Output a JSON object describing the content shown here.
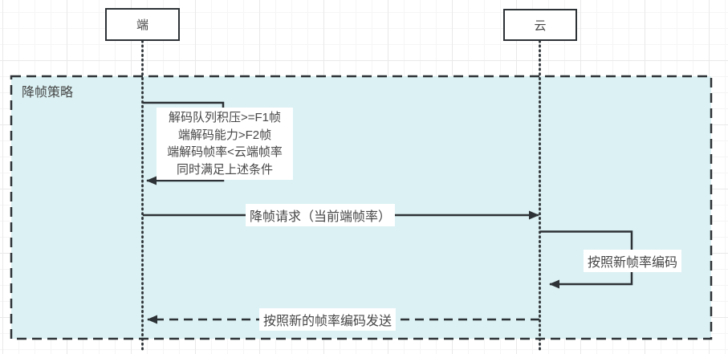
{
  "diagram": {
    "frame": {
      "title": "降帧策略"
    },
    "actors": [
      {
        "id": "client",
        "label": "端"
      },
      {
        "id": "cloud",
        "label": "云"
      }
    ],
    "messages": {
      "client_self_condition": {
        "lines": [
          "解码队列积压>=F1帧",
          "端解码能力>F2帧",
          "端解码帧率<云端帧率",
          "同时满足上述条件"
        ]
      },
      "request": {
        "label": "降帧请求（当前端帧率）"
      },
      "cloud_self_encode": {
        "label": "按照新帧率编码"
      },
      "return_send": {
        "label": "按照新的帧率编码发送"
      }
    },
    "colors": {
      "stroke": "#2d3236",
      "text": "#474747",
      "frame_fill": "#dbf1f3",
      "grid_minor": "#f5f5f5",
      "grid_major": "#e9e9e9",
      "canvas_bg": "#ffffff"
    }
  }
}
